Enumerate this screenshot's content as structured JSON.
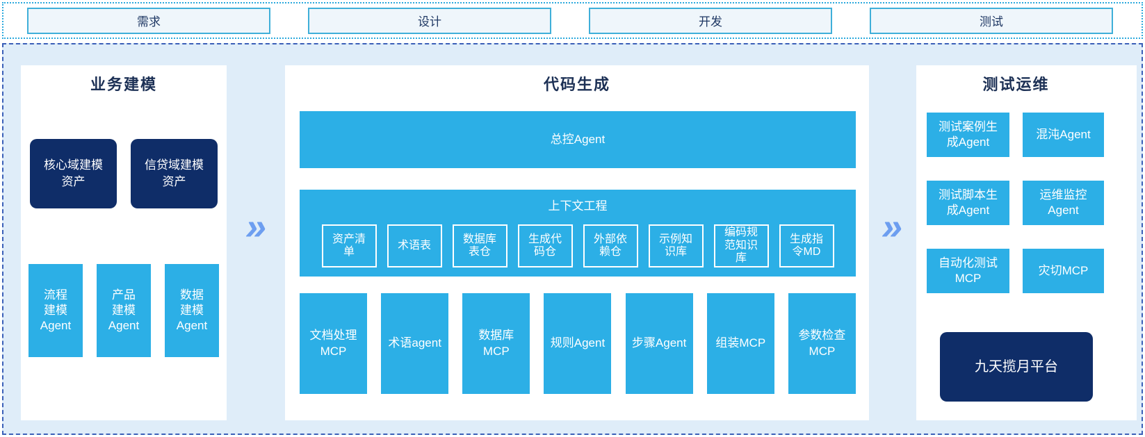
{
  "phases": {
    "items": [
      {
        "label": "需求"
      },
      {
        "label": "设计"
      },
      {
        "label": "开发"
      },
      {
        "label": "测试"
      }
    ]
  },
  "flow_arrow_glyph": "»",
  "panels": {
    "business": {
      "title": "业务建模",
      "assets": [
        {
          "label": "核心域建模\n资产"
        },
        {
          "label": "信贷域建模\n资产"
        }
      ],
      "agents": [
        {
          "label": "流程\n建模\nAgent"
        },
        {
          "label": "产品\n建模\nAgent"
        },
        {
          "label": "数据\n建模\nAgent"
        }
      ]
    },
    "codegen": {
      "title": "代码生成",
      "master_agent": "总控Agent",
      "context": {
        "title": "上下文工程",
        "items": [
          {
            "label": "资产清\n单"
          },
          {
            "label": "术语表"
          },
          {
            "label": "数据库\n表仓"
          },
          {
            "label": "生成代\n码仓"
          },
          {
            "label": "外部依\n赖仓"
          },
          {
            "label": "示例知\n识库"
          },
          {
            "label": "编码规\n范知识\n库"
          },
          {
            "label": "生成指\n令MD"
          }
        ]
      },
      "mcp_row": [
        {
          "label": "文档处理\nMCP"
        },
        {
          "label": "术语agent"
        },
        {
          "label": "数据库\nMCP"
        },
        {
          "label": "规则Agent"
        },
        {
          "label": "步骤Agent"
        },
        {
          "label": "组装MCP"
        },
        {
          "label": "参数检查\nMCP"
        }
      ]
    },
    "testops": {
      "title": "测试运维",
      "grid": [
        {
          "label": "测试案例生\n成Agent"
        },
        {
          "label": "混沌Agent"
        },
        {
          "label": "测试脚本生\n成Agent"
        },
        {
          "label": "运维监控\nAgent"
        },
        {
          "label": "自动化测试\nMCP"
        },
        {
          "label": "灾切MCP"
        }
      ],
      "platform": "九天揽月平台"
    }
  },
  "colors": {
    "cyan_box": "#2cafe6",
    "navy_box": "#0f2d68",
    "panel_bg": "#ffffff",
    "container_bg": "#dfedf9",
    "container_border": "#3a5fb8",
    "strip_border": "#2ba9dd",
    "phase_box_bg": "#eff6fb",
    "phase_box_border": "#3fafd9",
    "title_text": "#1c3055",
    "arrow": "#6d9ef0"
  }
}
